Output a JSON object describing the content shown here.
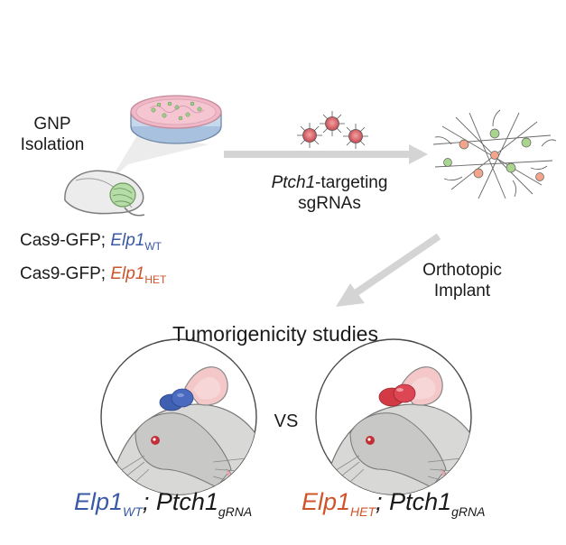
{
  "labels": {
    "gnp_isolation_line1": "GNP",
    "gnp_isolation_line2": "Isolation",
    "cas9_prefix": "Cas9-GFP; ",
    "elp1": "Elp1",
    "wt": "WT",
    "het": "HET",
    "ptch1_italic": "Ptch1",
    "targeting": "-targeting",
    "sgrnas": "sgRNAs",
    "orthotopic": "Orthotopic",
    "implant": "Implant",
    "tumorigenicity": "Tumorigenicity studies",
    "vs": "VS",
    "separator": "; ",
    "ptch1": "Ptch1",
    "grna": "gRNA"
  },
  "colors": {
    "wt_blue": "#3a5aa6",
    "het_orange": "#d0542a",
    "tumor_blue": "#3f5fb0",
    "tumor_red": "#d23a45",
    "arrow_gray": "#d4d4d4"
  },
  "icons": {
    "brain": "brain-icon",
    "dish": "petri-dish-icon",
    "virus": "viral-particle-icon",
    "neurons": "neuron-network-icon",
    "mouse": "mouse-head-icon"
  }
}
